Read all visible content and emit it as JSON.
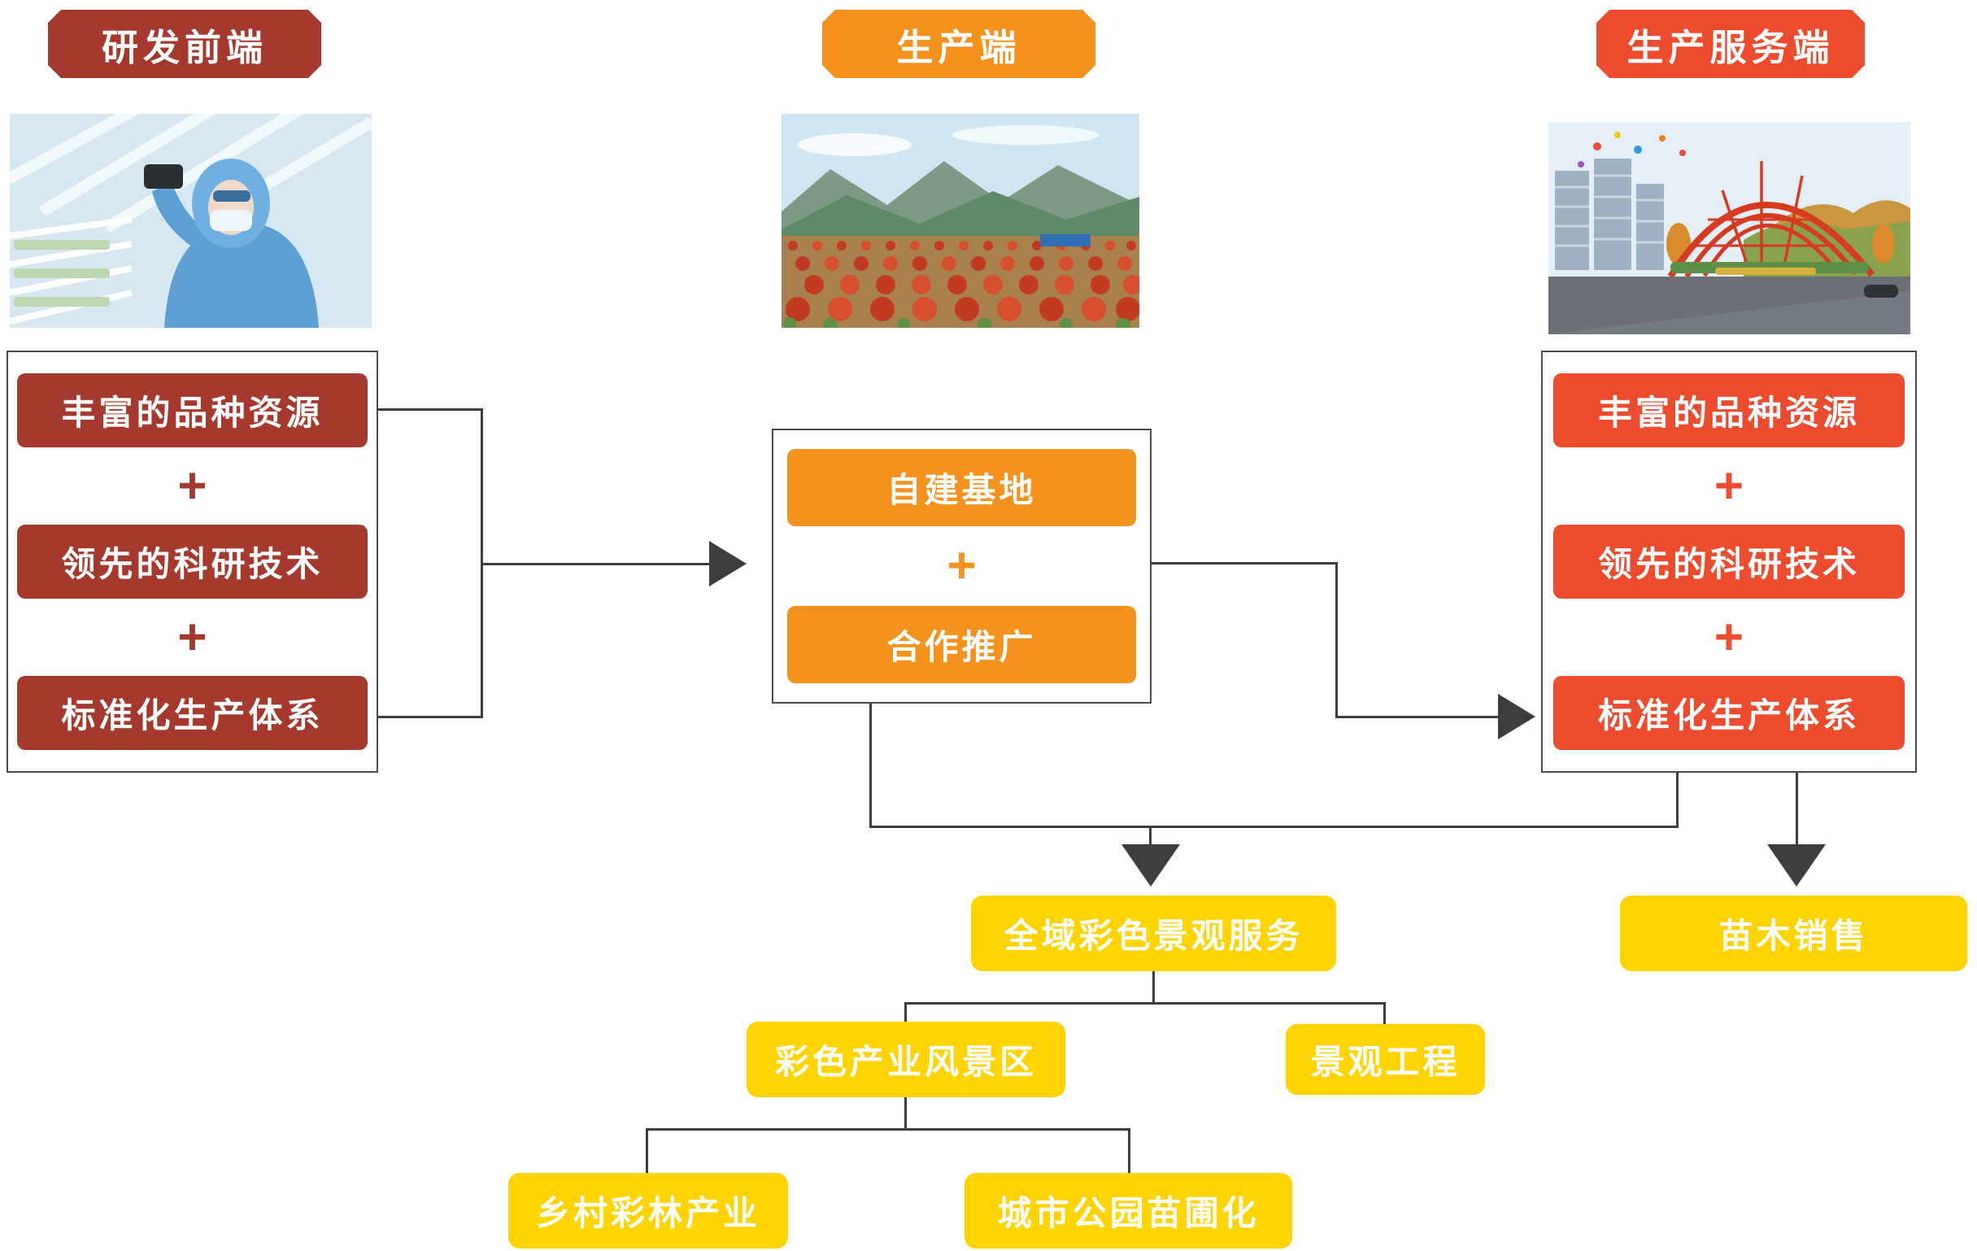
{
  "columns": {
    "rd": {
      "header": "研发前端",
      "plus": "+",
      "items": [
        "丰富的品种资源",
        "领先的科研技术",
        "标准化生产体系"
      ]
    },
    "production": {
      "header": "生产端",
      "plus": "+",
      "items": [
        "自建基地",
        "合作推广"
      ]
    },
    "service": {
      "header": "生产服务端",
      "plus": "+",
      "items": [
        "丰富的品种资源",
        "领先的科研技术",
        "标准化生产体系"
      ]
    }
  },
  "outputs": {
    "landscape_service": "全域彩色景观服务",
    "seedling_sales": "苗木销售",
    "scenic_area": "彩色产业风景区",
    "landscape_engineering": "景观工程",
    "rural_color_forest": "乡村彩林产业",
    "urban_park_nursery": "城市公园苗圃化"
  },
  "photos": {
    "rd": "lab-researcher-photo",
    "production": "red-nursery-field-photo",
    "service": "park-gateway-photo"
  },
  "colors": {
    "dark_red": "#A5392E",
    "orange": "#F5921E",
    "red": "#EC4B2E",
    "yellow": "#FFD400",
    "line": "#3D3D3D"
  }
}
